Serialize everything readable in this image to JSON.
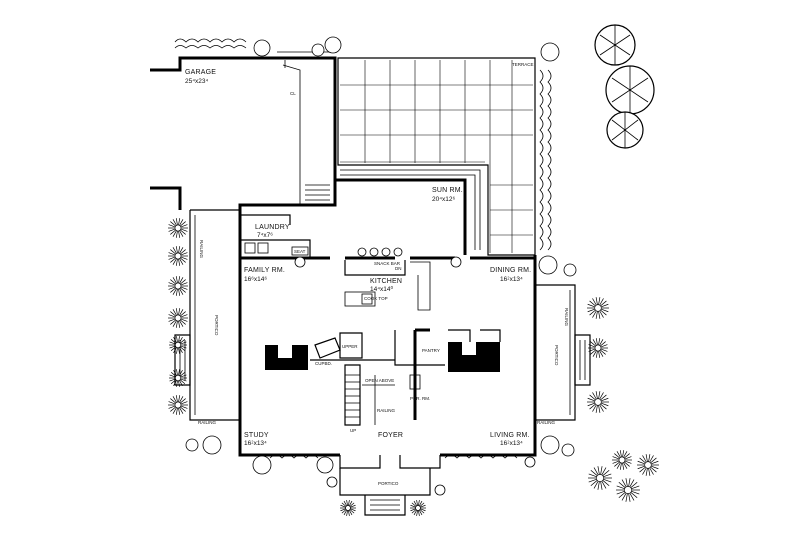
{
  "rooms": {
    "garage": {
      "name": "GARAGE",
      "dims": "25⁴x23⁴"
    },
    "sun_room": {
      "name": "SUN RM.",
      "dims": "20⁴x12⁶"
    },
    "laundry": {
      "name": "LAUNDRY",
      "dims": "7⁴x7⁶"
    },
    "family_room": {
      "name": "FAMILY RM.",
      "dims": "16⁶x14⁶"
    },
    "kitchen": {
      "name": "KITCHEN",
      "dims": "14⁴x14⁰"
    },
    "dining_room": {
      "name": "DINING RM.",
      "dims": "16⁲x13⁴"
    },
    "study": {
      "name": "STUDY",
      "dims": "16⁲x13⁴"
    },
    "living_room": {
      "name": "LIVING RM.",
      "dims": "16⁲x13⁴"
    },
    "foyer": {
      "name": "FOYER"
    },
    "pantry": {
      "name": "PANTRY"
    },
    "powder_room": {
      "name": "PDR. RM."
    }
  },
  "labels": {
    "terrace": "TERRACE",
    "portico_left": "PORTICO",
    "portico_right": "PORTICO",
    "portico_front": "PORTICO",
    "railing_left": "RAILING",
    "railing_right": "RAILING",
    "railing_stair": "RAILING",
    "railing_bottom_left": "RAILING",
    "railing_bottom_right": "RAILING",
    "snack_bar": "SNACK BAR",
    "cook_top": "COOK TOP",
    "seat": "SEAT",
    "open_below": "OPEN ABOVE",
    "closet": "CL",
    "up": "UP",
    "dn": "DN",
    "upper": "UPPER",
    "cupbd": "CUPBD."
  },
  "icons": [
    "tree-symbol",
    "shrub-symbol",
    "fireplace-symbol",
    "stair-symbol"
  ]
}
